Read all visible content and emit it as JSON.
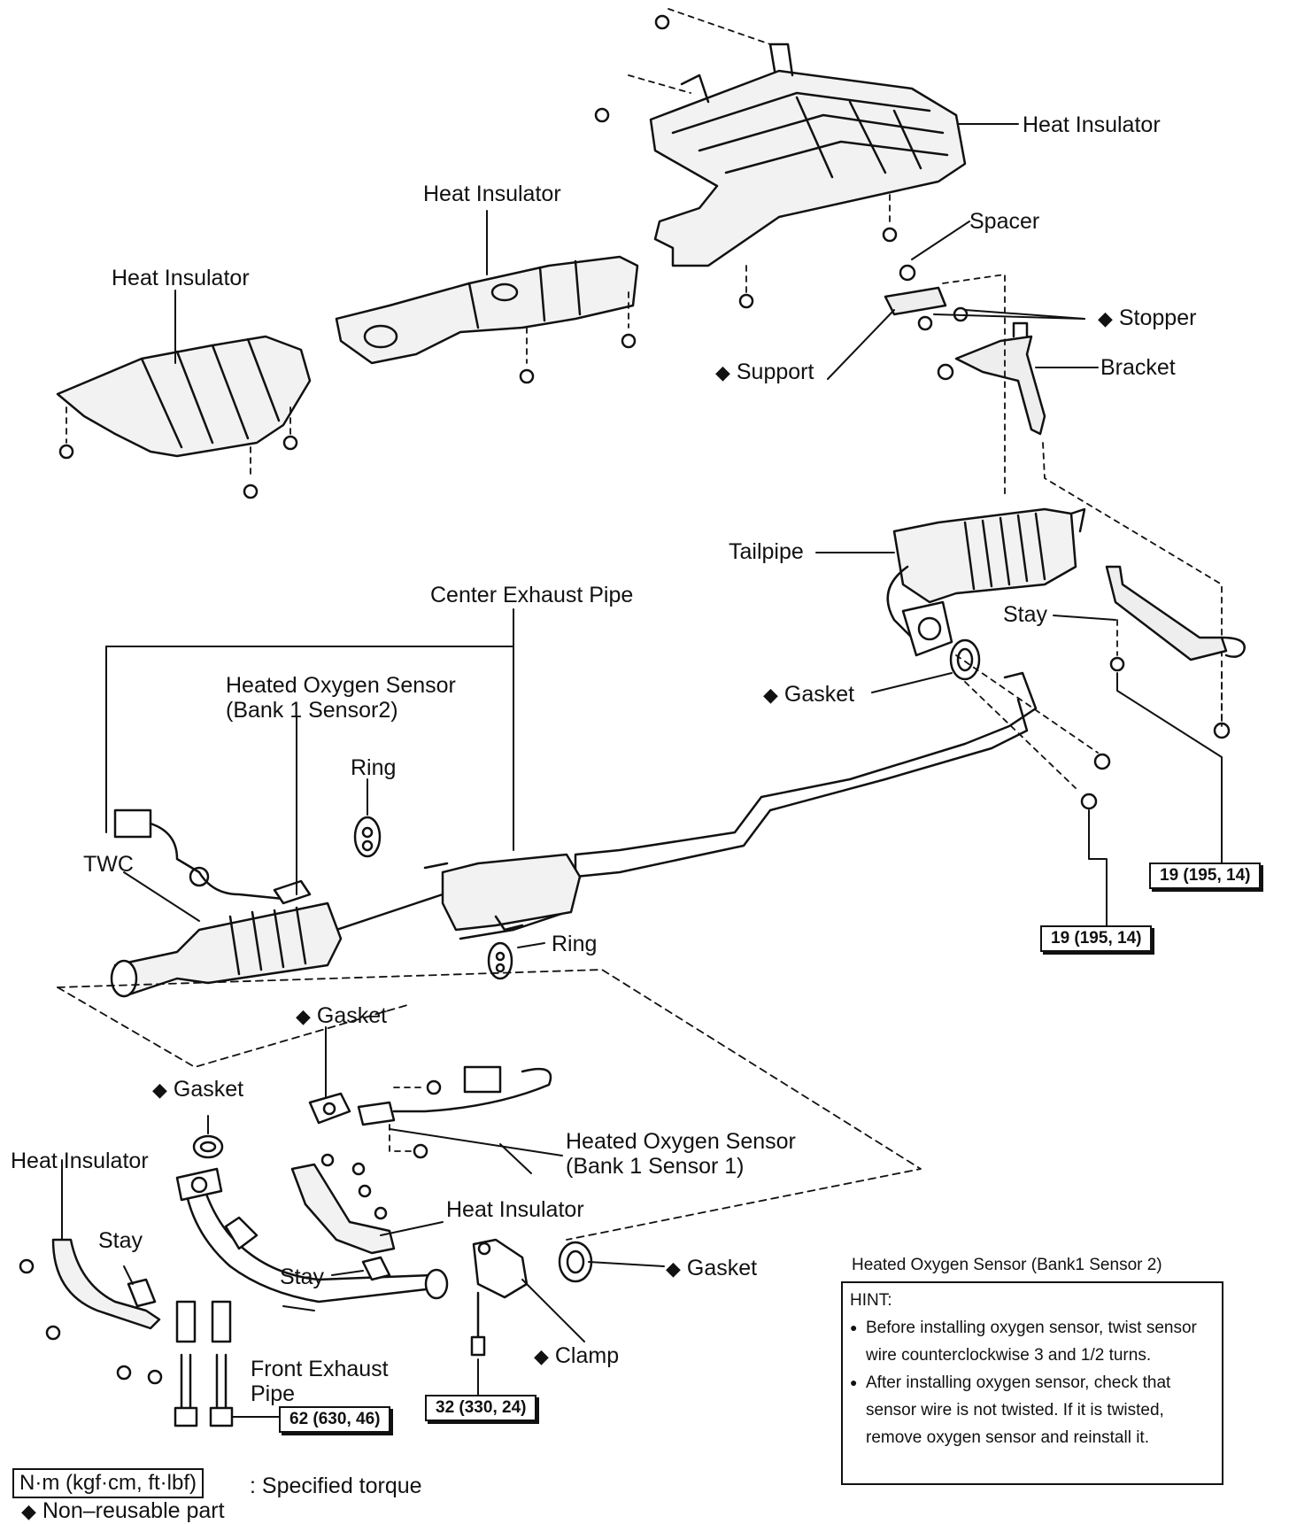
{
  "labels": {
    "heat_insulator_top": "Heat Insulator",
    "heat_insulator_mid": "Heat Insulator",
    "heat_insulator_left": "Heat Insulator",
    "spacer": "Spacer",
    "stopper": "Stopper",
    "support": "Support",
    "bracket": "Bracket",
    "tailpipe": "Tailpipe",
    "stay_right": "Stay",
    "gasket_tail": "Gasket",
    "center_exhaust_pipe": "Center Exhaust Pipe",
    "ho2s_bank1_sensor2_line1": "Heated Oxygen Sensor",
    "ho2s_bank1_sensor2_line2": "(Bank 1 Sensor2)",
    "ring_upper": "Ring",
    "twc": "TWC",
    "ring_lower": "Ring",
    "gasket_upper": "Gasket",
    "gasket_left": "Gasket",
    "ho2s_bank1_sensor1_line1": "Heated Oxygen Sensor",
    "ho2s_bank1_sensor1_line2": "(Bank 1 Sensor 1)",
    "heat_insulator_bottom_left": "Heat Insulator",
    "heat_insulator_bottom_mid": "Heat Insulator",
    "stay_bottom_left": "Stay",
    "stay_bottom_mid": "Stay",
    "gasket_bottom_right": "Gasket",
    "clamp": "Clamp",
    "front_exhaust_pipe_line1": "Front Exhaust",
    "front_exhaust_pipe_line2": "Pipe"
  },
  "non_reusable_marker": "◆",
  "torques": {
    "rear_stay": "19 (195, 14)",
    "tail_flange": "19 (195, 14)",
    "clamp": "32 (330, 24)",
    "front_pipe": "62 (630, 46)"
  },
  "legend": {
    "unit_box": "N·m (kgf·cm, ft·lbf)",
    "unit_text": ": Specified torque",
    "non_reusable_text": "Non–reusable part"
  },
  "hint": {
    "title": "Heated Oxygen Sensor (Bank1 Sensor 2)",
    "heading": "HINT:",
    "items": [
      "Before installing oxygen sensor, twist sensor wire counterclockwise 3 and 1/2 turns.",
      "After installing oxygen sensor, check that sensor wire is not twisted. If it is twisted, remove oxygen sensor and reinstall it."
    ]
  }
}
